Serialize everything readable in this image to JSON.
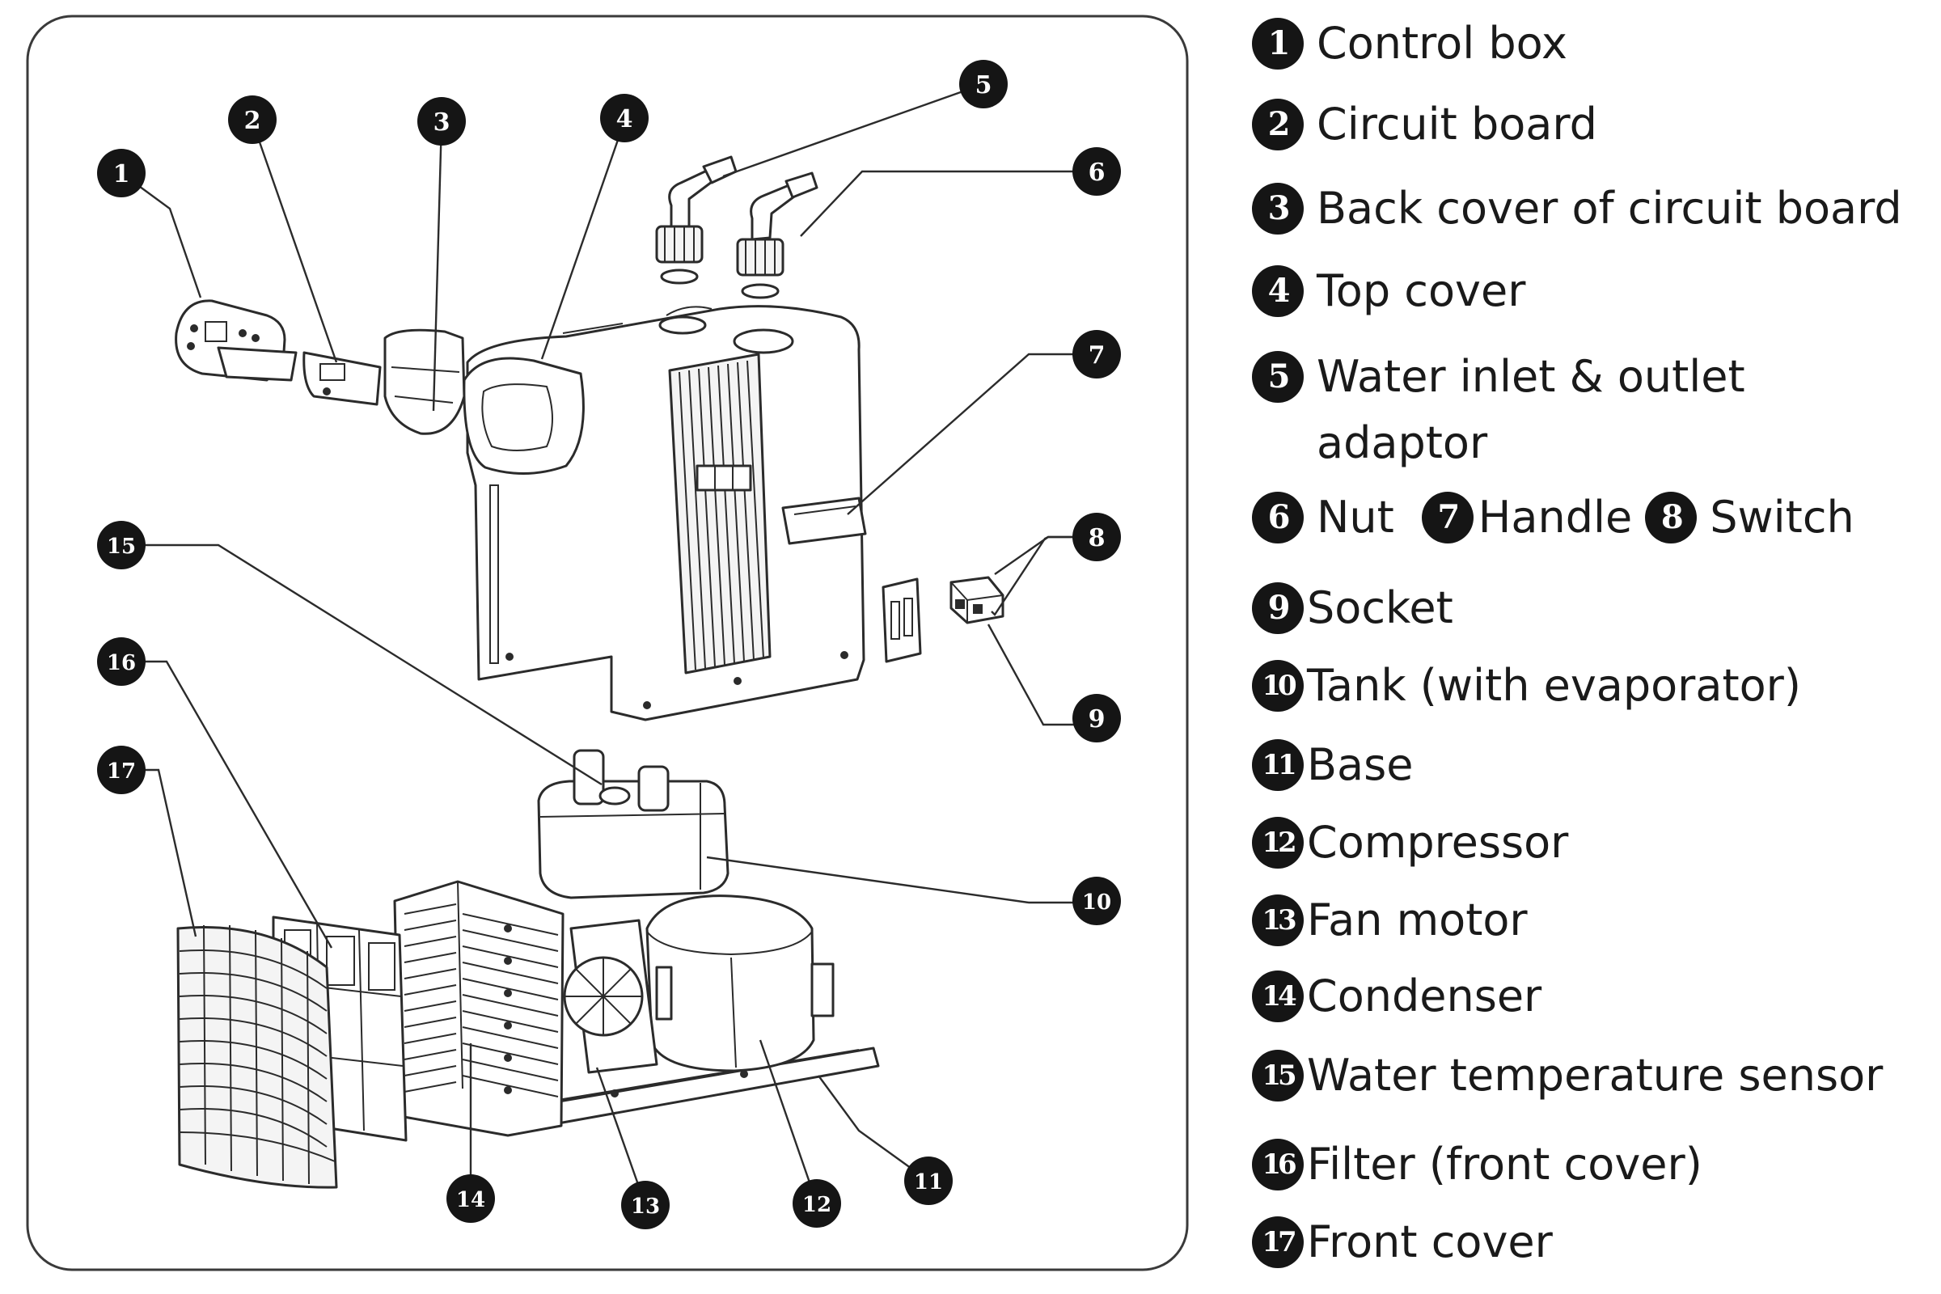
{
  "callouts": [
    "1",
    "2",
    "3",
    "4",
    "5",
    "6",
    "7",
    "8",
    "9",
    "10",
    "11",
    "12",
    "13",
    "14",
    "15",
    "16",
    "17"
  ],
  "legend": [
    {
      "num": "1",
      "label": "Control box"
    },
    {
      "num": "2",
      "label": "Circuit board"
    },
    {
      "num": "3",
      "label": "Back cover of circuit board"
    },
    {
      "num": "4",
      "label": "Top cover"
    },
    {
      "num": "5",
      "label": "Water inlet & outlet adaptor"
    },
    {
      "num": "6",
      "label": "Nut"
    },
    {
      "num": "7",
      "label": "Handle"
    },
    {
      "num": "8",
      "label": "Switch"
    },
    {
      "num": "9",
      "label": "Socket"
    },
    {
      "num": "10",
      "label": "Tank (with evaporator)"
    },
    {
      "num": "11",
      "label": "Base"
    },
    {
      "num": "12",
      "label": "Compressor"
    },
    {
      "num": "13",
      "label": "Fan motor"
    },
    {
      "num": "14",
      "label": "Condenser"
    },
    {
      "num": "15",
      "label": "Water temperature sensor"
    },
    {
      "num": "16",
      "label": "Filter (front cover)"
    },
    {
      "num": "17",
      "label": "Front cover"
    }
  ],
  "colors": {
    "ink": "#151515",
    "line": "#2b2b2b",
    "background": "#ffffff"
  }
}
